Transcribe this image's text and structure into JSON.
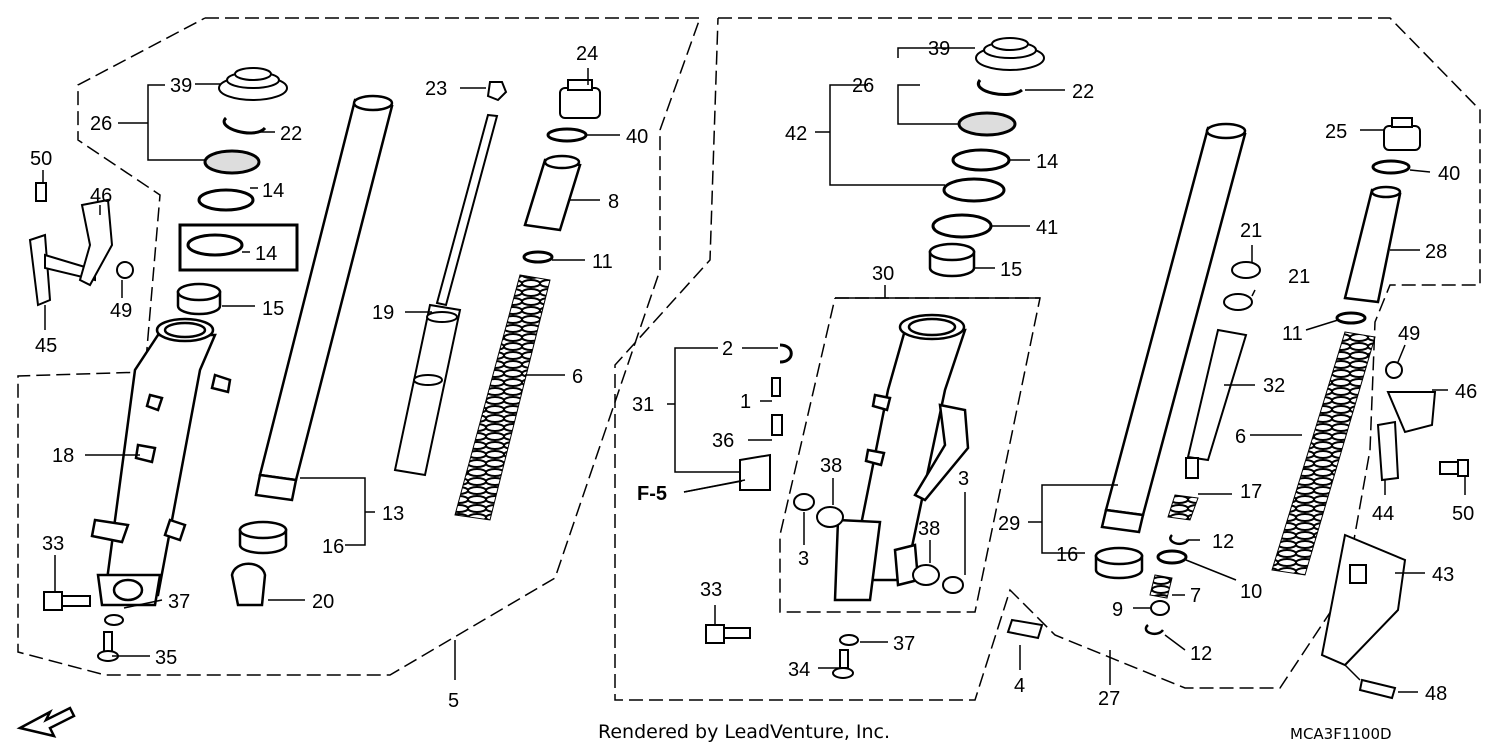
{
  "callouts": [
    "39",
    "26",
    "22",
    "14",
    "14",
    "15",
    "18",
    "33",
    "37",
    "35",
    "5",
    "50",
    "46",
    "49",
    "45",
    "23",
    "19",
    "13",
    "16",
    "20",
    "24",
    "40",
    "8",
    "11",
    "6",
    "30",
    "31",
    "2",
    "1",
    "36",
    "F-5",
    "38",
    "3",
    "3",
    "38",
    "33",
    "37",
    "34",
    "4",
    "39",
    "26",
    "42",
    "22",
    "14",
    "41",
    "15",
    "21",
    "21",
    "32",
    "29",
    "16",
    "17",
    "12",
    "10",
    "7",
    "9",
    "12",
    "27",
    "25",
    "40",
    "28",
    "11",
    "6",
    "49",
    "46",
    "44",
    "50",
    "43",
    "48"
  ],
  "credit": "Rendered by LeadVenture, Inc.",
  "diagram_code": "MCA3F1100D"
}
